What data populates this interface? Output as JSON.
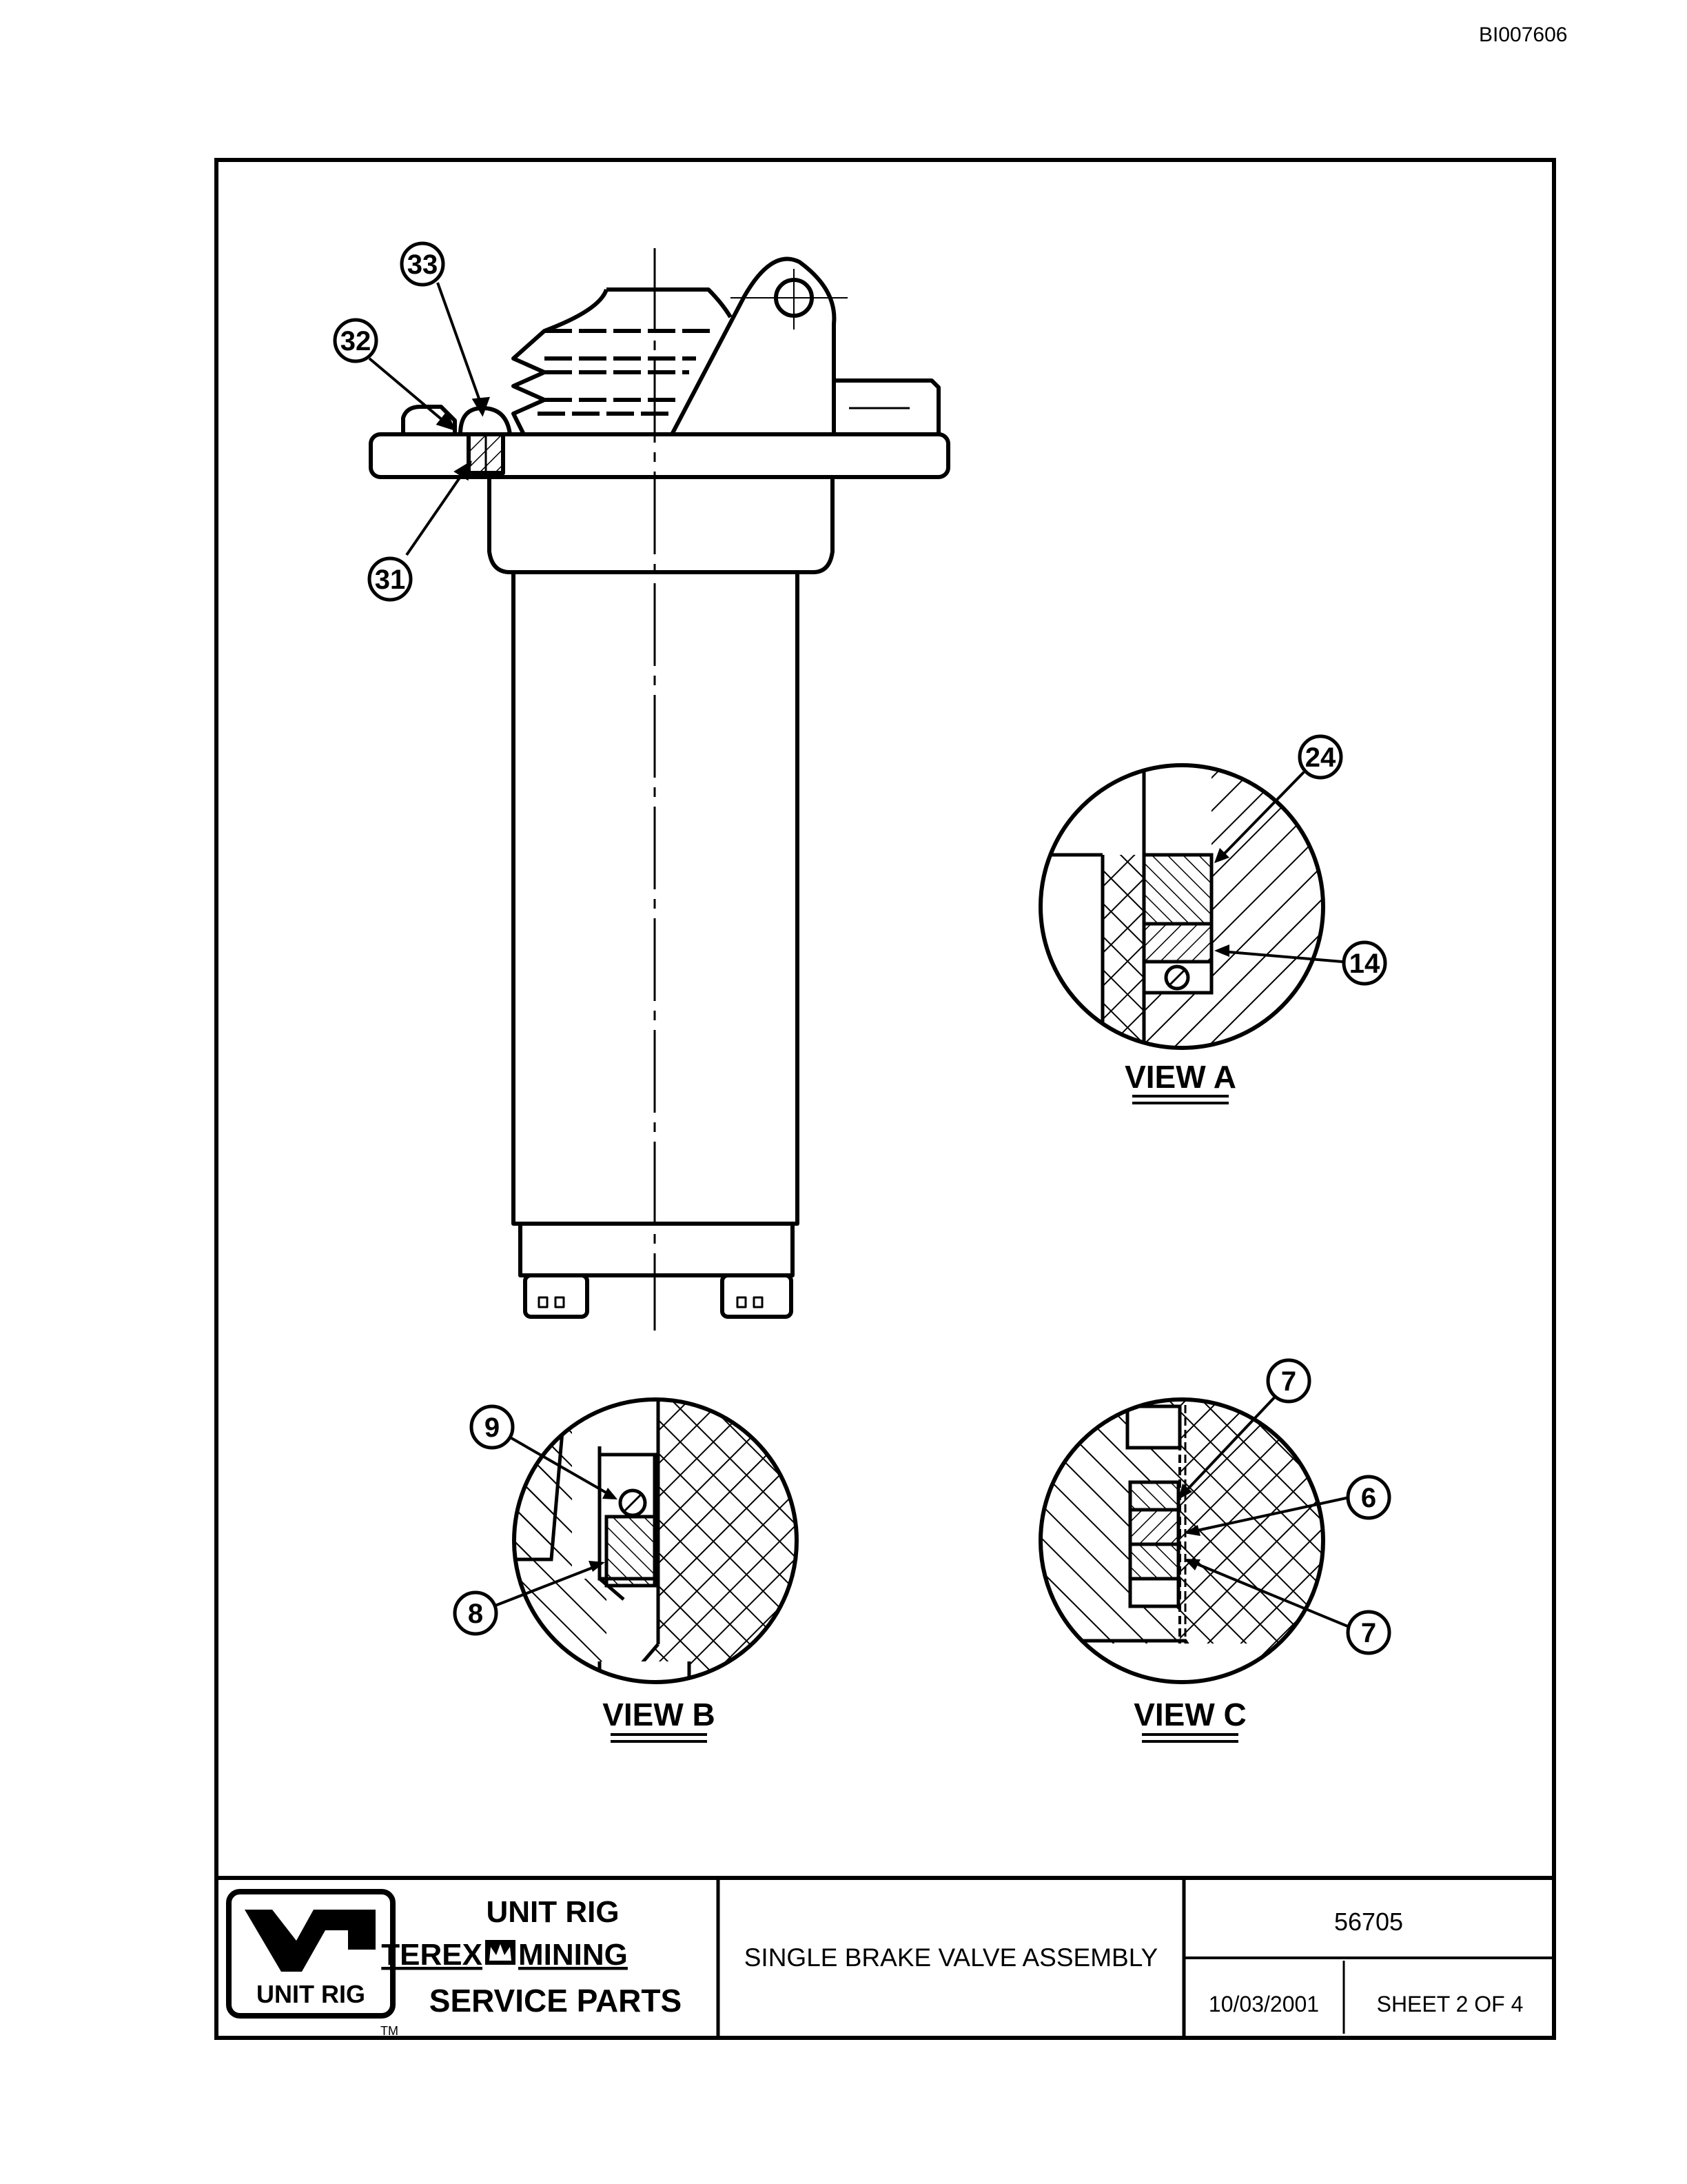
{
  "document": {
    "doc_id": "BI007606"
  },
  "callouts": {
    "c33": "33",
    "c32": "32",
    "c31": "31",
    "c24": "24",
    "c14": "14",
    "c9": "9",
    "c8": "8",
    "c7_top": "7",
    "c6": "6",
    "c7_bottom": "7"
  },
  "views": {
    "view_a": "VIEW A",
    "view_b": "VIEW B",
    "view_c": "VIEW C"
  },
  "title_block": {
    "logo_text": "UNIT RIG",
    "trademark": "TM",
    "brand_line1": "UNIT RIG",
    "brand_terex": "TEREX",
    "brand_mining": "MINING",
    "brand_line3": "SERVICE PARTS",
    "drawing_title": "SINGLE BRAKE VALVE ASSEMBLY",
    "part_number": "56705",
    "date": "10/03/2001",
    "sheet": "SHEET 2 OF 4"
  }
}
